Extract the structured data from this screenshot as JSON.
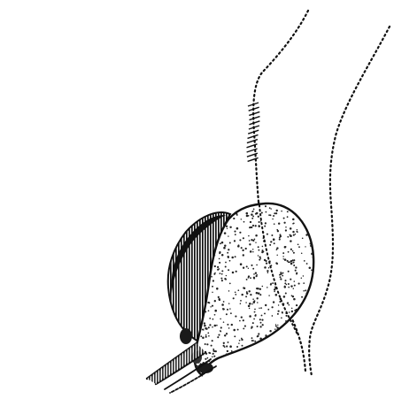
{
  "figure": {
    "background": "#ffffff",
    "ink": "#111111",
    "labels": [],
    "parts": [
      {
        "name": "outer-dotted-contour",
        "style": "dotted line"
      },
      {
        "name": "inner-dotted-contour",
        "style": "dotted line"
      },
      {
        "name": "suture-marks",
        "style": "cross-hatched"
      },
      {
        "name": "stippled-sac",
        "style": "stippled"
      },
      {
        "name": "dark-hatched-lobe",
        "style": "vertical hatching"
      },
      {
        "name": "duct",
        "style": "double line"
      }
    ]
  }
}
